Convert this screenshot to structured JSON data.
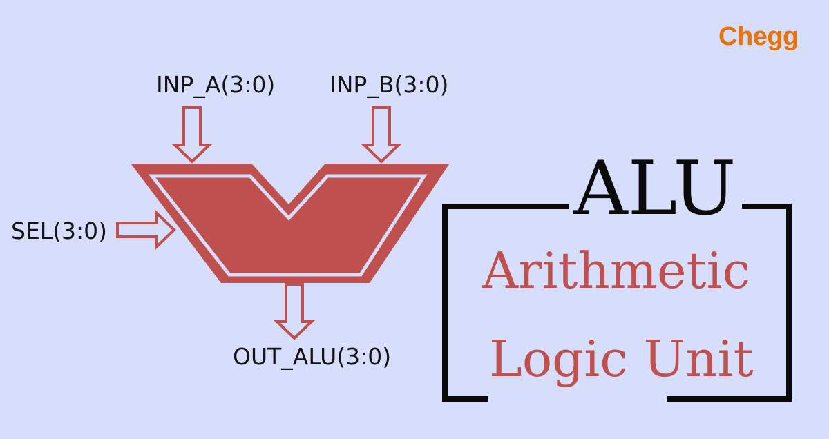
{
  "inputs": {
    "a": "INP_A(3:0)",
    "b": "INP_B(3:0)",
    "sel": "SEL(3:0)"
  },
  "output": "OUT_ALU(3:0)",
  "logo": "Chegg",
  "title": "ALU",
  "subtitle": {
    "line1": "Arithmetic",
    "line2": "Logic Unit"
  },
  "colors": {
    "background": "#d6defc",
    "alu_body": "#c0504d",
    "accent_text": "#c0504d",
    "logo": "#eb7100",
    "bracket": "#0a0a0a"
  }
}
